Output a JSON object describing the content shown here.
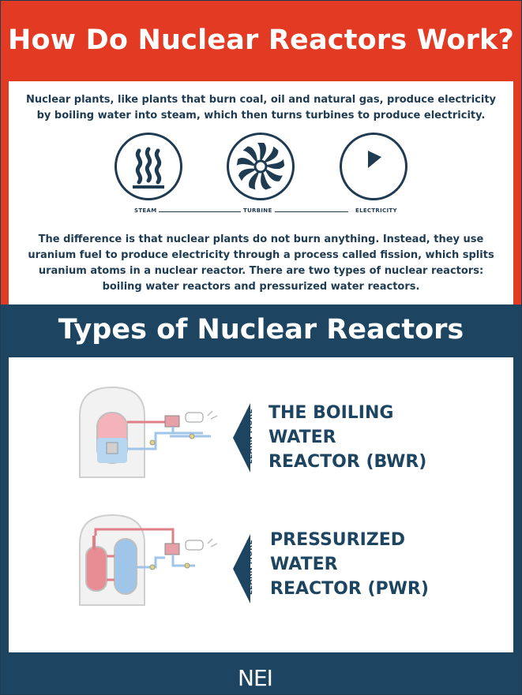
{
  "header": {
    "title": "How Do Nuclear Reactors Work?"
  },
  "intro": {
    "text": "Nuclear plants, like plants that burn coal, oil and natural gas, produce electricity by boiling water into steam, which then turns turbines to produce electricity."
  },
  "process": {
    "steps": [
      {
        "label": "STEAM",
        "icon": "steam-icon"
      },
      {
        "label": "TURBINE",
        "icon": "turbine-icon"
      },
      {
        "label": "ELECTRICITY",
        "icon": "electricity-meter-icon"
      }
    ]
  },
  "outro": {
    "text": "The difference is that nuclear plants do not burn anything. Instead, they use uranium fuel to produce electricity through a process called fission, which splits uranium atoms in a nuclear reactor. There are two types of nuclear reactors: boiling water reactors and pressurized water reactors."
  },
  "types": {
    "title": "Types of Nuclear Reactors",
    "items": [
      {
        "cta": "LEARN MORE",
        "name_lines": [
          "THE BOILING",
          "WATER",
          "REACTOR (BWR)"
        ],
        "icon": "boiling-water-reactor-diagram"
      },
      {
        "cta": "LEARN MORE",
        "name_lines": [
          "PRESSURIZED",
          "WATER",
          "REACTOR (PWR)"
        ],
        "icon": "pressurized-water-reactor-diagram"
      }
    ]
  },
  "footer": {
    "logo_text": "NEI"
  },
  "colors": {
    "top_red": "#e33a24",
    "navy": "#1d4561",
    "pipe_red": "#e07f86",
    "pipe_blue": "#9fc6e8"
  }
}
